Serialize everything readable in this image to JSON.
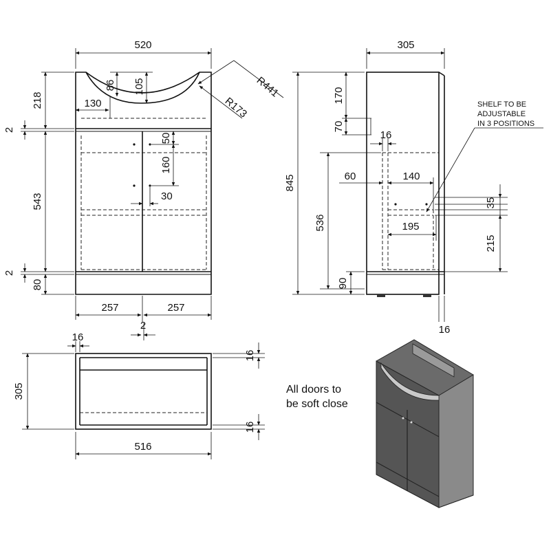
{
  "front_view": {
    "width": "520",
    "top_height": "218",
    "bowl_depth_1": "86",
    "bowl_depth_2": "105",
    "bowl_offset": "130",
    "radius_outer": "R441",
    "radius_inner": "R173",
    "gap_top": "2",
    "door_height": "543",
    "gap_bottom": "2",
    "plinth": "80",
    "handle_offset": "50",
    "handle_spacing": "160",
    "handle_inset": "30",
    "door_left": "257",
    "door_right": "257",
    "door_gap": "2"
  },
  "side_view": {
    "depth": "305",
    "total_height": "845",
    "top_170": "170",
    "rail_70": "70",
    "panel_16": "16",
    "shelf_60": "60",
    "shelf_140": "140",
    "shelf_35": "35",
    "shelf_195": "195",
    "shelf_215": "215",
    "inner_536": "536",
    "base_90": "90",
    "back_16": "16",
    "note_lines": [
      "SHELF TO BE",
      "ADJUSTABLE",
      "IN 3 POSITIONS"
    ]
  },
  "plan_view": {
    "side_16": "16",
    "depth": "305",
    "front_16": "16",
    "back_16": "16",
    "width": "516"
  },
  "notes": {
    "soft_close_line1": "All doors to",
    "soft_close_line2": "be soft close"
  }
}
